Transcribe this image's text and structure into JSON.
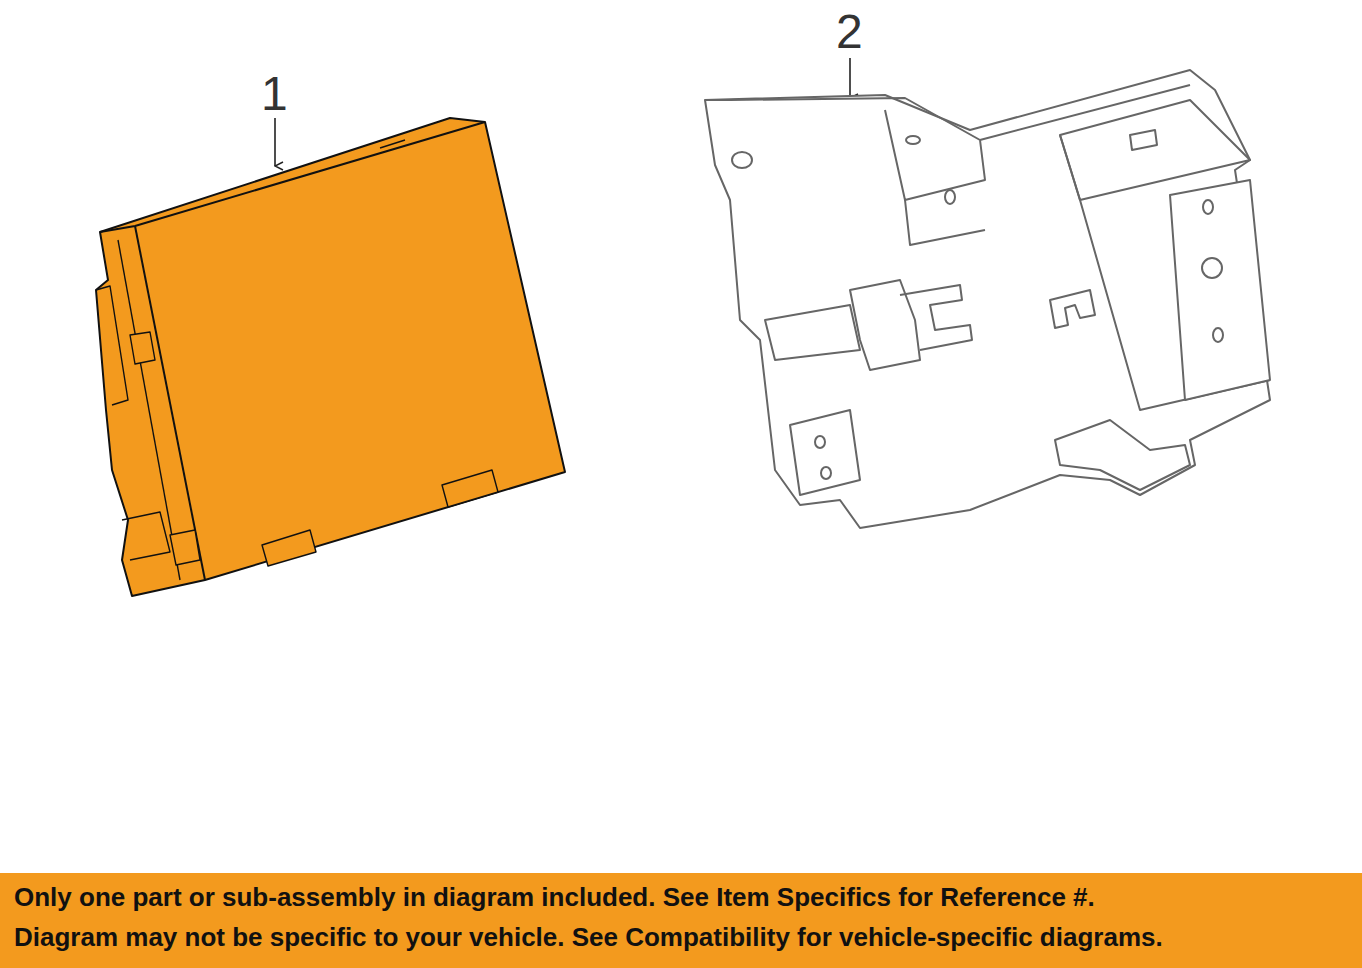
{
  "diagram": {
    "nodes": [
      {
        "text": [
          "Only one part or sub-assembly in diagram included. See Item Specifics for Reference #.",
          "Diagram may not be specific to your vehicle. See Compatibility for vehicle-specific diagrams."
        ]
      }
    ],
    "labels": [
      "1",
      "2"
    ]
  }
}
